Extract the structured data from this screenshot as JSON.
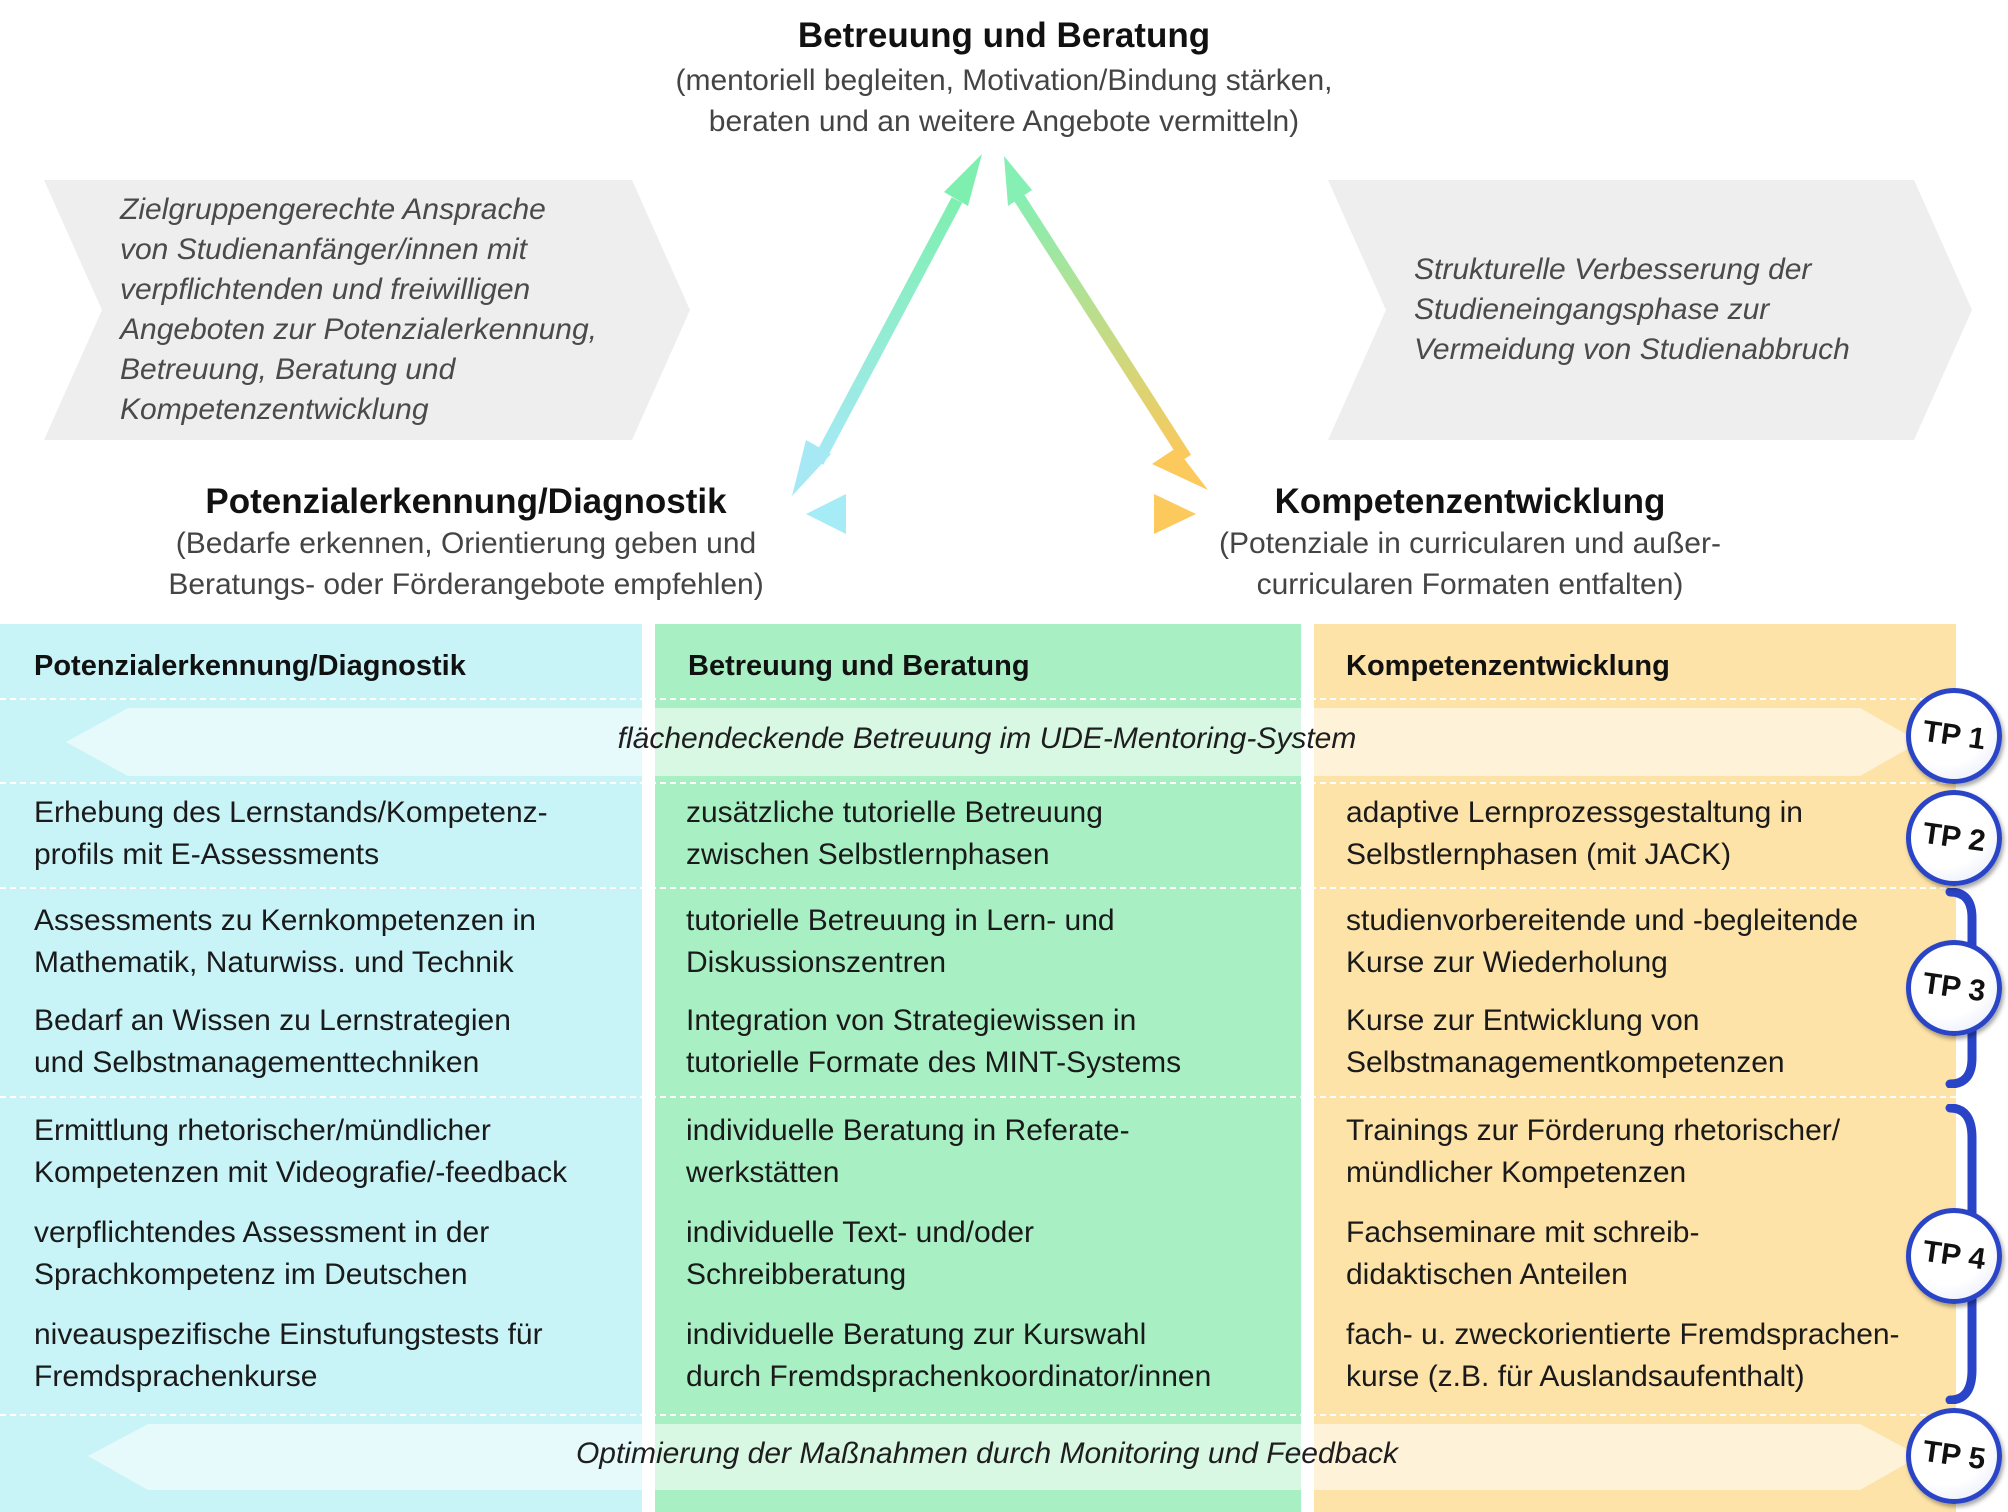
{
  "top_node": {
    "title": "Betreuung und Beratung",
    "subtitle_line1": "(mentoriell begleiten, Motivation/Bindung stärken,",
    "subtitle_line2": "beraten und an weitere Angebote vermitteln)"
  },
  "left_node": {
    "title": "Potenzialerkennung/Diagnostik",
    "subtitle_line1": "(Bedarfe erkennen, Orientierung geben und",
    "subtitle_line2": "Beratungs- oder Förderangebote empfehlen)"
  },
  "right_node": {
    "title": "Kompetenzentwicklung",
    "subtitle_line1": "(Potenziale in curricularen und außer-",
    "subtitle_line2": "curricularen Formaten entfalten)"
  },
  "left_chevron": {
    "lines": [
      "Zielgruppengerechte Ansprache",
      "von Studienanfänger/innen mit",
      "verpflichtenden und freiwilligen",
      "Angeboten zur Potenzialerkennung,",
      "Betreuung, Beratung und",
      "Kompetenzentwicklung"
    ]
  },
  "right_chevron": {
    "lines": [
      "Strukturelle Verbesserung der",
      "Studieneingangsphase zur",
      "Vermeidung von Studienabbruch"
    ]
  },
  "columns": [
    {
      "header": "Potenzialerkennung/Diagnostik",
      "color": "#c8f4f8"
    },
    {
      "header": "Betreuung und Beratung",
      "color": "#a8f0c4"
    },
    {
      "header": "Kompetenzentwicklung",
      "color": "#fde3a8"
    }
  ],
  "bands": {
    "tp1": "flächendeckende Betreuung im UDE-Mentoring-System",
    "tp5": "Optimierung der Maßnahmen durch Monitoring und Feedback"
  },
  "rows": [
    {
      "c1": [
        "Erhebung des Lernstands/Kompetenz-",
        "profils mit E-Assessments"
      ],
      "c2": [
        "zusätzliche tutorielle Betreuung",
        "zwischen Selbstlernphasen"
      ],
      "c3": [
        "adaptive Lernprozessgestaltung in",
        "Selbstlernphasen (mit JACK)"
      ]
    },
    {
      "c1": [
        "Assessments zu Kernkompetenzen in",
        "Mathematik, Naturwiss. und Technik"
      ],
      "c2": [
        "tutorielle Betreuung in Lern- und",
        "Diskussionszentren"
      ],
      "c3": [
        "studienvorbereitende und -begleitende",
        "Kurse zur Wiederholung"
      ]
    },
    {
      "c1": [
        "Bedarf an Wissen zu Lernstrategien",
        "und Selbstmanagementtechniken"
      ],
      "c2": [
        "Integration von Strategiewissen in",
        "tutorielle Formate des MINT-Systems"
      ],
      "c3": [
        "Kurse zur Entwicklung von",
        "Selbstmanagementkompetenzen"
      ]
    },
    {
      "c1": [
        "Ermittlung rhetorischer/mündlicher",
        "Kompetenzen mit Videografie/-feedback"
      ],
      "c2": [
        "individuelle Beratung in Referate-",
        "werkstätten"
      ],
      "c3": [
        "Trainings zur Förderung rhetorischer/",
        "mündlicher Kompetenzen"
      ]
    },
    {
      "c1": [
        "verpflichtendes Assessment in der",
        "Sprachkompetenz im Deutschen"
      ],
      "c2": [
        "individuelle Text- und/oder",
        "Schreibberatung"
      ],
      "c3": [
        "Fachseminare mit schreib-",
        "didaktischen Anteilen"
      ]
    },
    {
      "c1": [
        "niveauspezifische Einstufungstests für",
        "Fremdsprachenkurse"
      ],
      "c2": [
        "individuelle Beratung zur Kurswahl",
        "durch Fremdsprachenkoordinator/innen"
      ],
      "c3": [
        "fach- u. zweckorientierte Fremdsprachen-",
        "kurse (z.B. für Auslandsaufenthalt)"
      ]
    }
  ],
  "tp_labels": [
    "TP 1",
    "TP 2",
    "TP 3",
    "TP 4",
    "TP 5"
  ],
  "colors": {
    "brace": "#2a44c8",
    "tp_border": "#2a44c8",
    "chevron": "#eeeeee",
    "arrow_green": "#8ff0b6",
    "arrow_cyan": "#9ee6f2",
    "arrow_orange": "#fbcf6e"
  }
}
